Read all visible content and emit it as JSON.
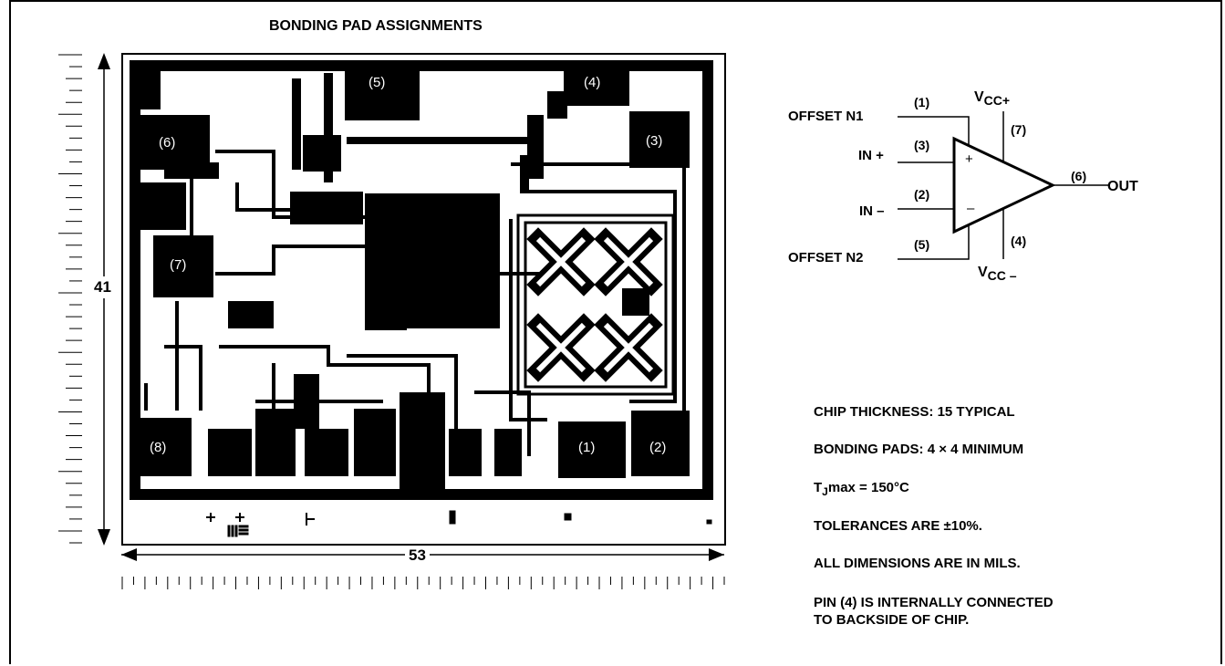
{
  "title": "BONDING PAD ASSIGNMENTS",
  "dimensions": {
    "height": "41",
    "width": "53"
  },
  "pads": [
    {
      "id": "pad-5",
      "label": "(5)"
    },
    {
      "id": "pad-4",
      "label": "(4)"
    },
    {
      "id": "pad-3",
      "label": "(3)"
    },
    {
      "id": "pad-6",
      "label": "(6)"
    },
    {
      "id": "pad-7",
      "label": "(7)"
    },
    {
      "id": "pad-8",
      "label": "(8)"
    },
    {
      "id": "pad-1",
      "label": "(1)"
    },
    {
      "id": "pad-2",
      "label": "(2)"
    }
  ],
  "symbol": {
    "offset_n1": "OFFSET N1",
    "offset_n2": "OFFSET N2",
    "in_plus": "IN +",
    "in_minus": "IN –",
    "out": "OUT",
    "vcc_plus_main": "V",
    "vcc_plus_sub": "CC+",
    "vcc_minus_main": "V",
    "vcc_minus_sub": "CC –",
    "pin1": "(1)",
    "pin2": "(2)",
    "pin3": "(3)",
    "pin4": "(4)",
    "pin5": "(5)",
    "pin6": "(6)",
    "pin7": "(7)",
    "plus_sign": "+",
    "minus_sign": "–"
  },
  "notes": [
    "CHIP THICKNESS: 15 TYPICAL",
    "BONDING PADS: 4 × 4 MINIMUM",
    "TJmax = 150°C",
    "TOLERANCES ARE ±10%.",
    "ALL DIMENSIONS ARE IN MILS.",
    "PIN (4) IS INTERNALLY CONNECTED",
    "TO BACKSIDE OF CHIP."
  ],
  "tj_note": {
    "prefix": "T",
    "sub": "J",
    "rest": "max = 150°C"
  }
}
